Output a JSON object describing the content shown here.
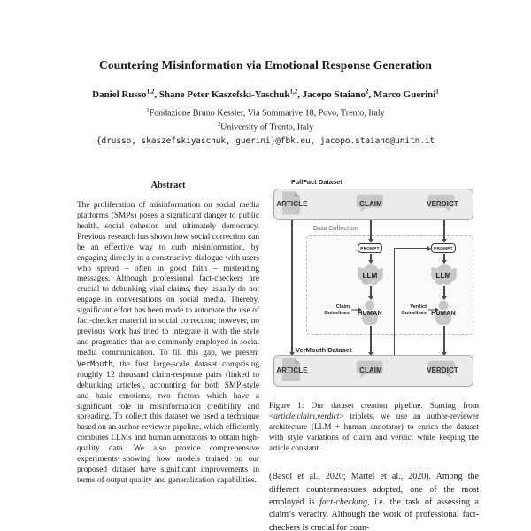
{
  "colors": {
    "box_fill": "#ebebeb",
    "box_border": "#a9a9a9",
    "icon_gray": "#c7c7c7",
    "arrow": "#4a4a4a",
    "muted_label": "#8d8d8d"
  },
  "paper": {
    "title": "Countering Misinformation via Emotional Response Generation",
    "authors": [
      {
        "name": "Daniel Russo",
        "sup": "1,2",
        "sep": ", "
      },
      {
        "name": "Shane Peter Kaszefski-Yaschuk",
        "sup": "1,2",
        "sep": ", "
      },
      {
        "name": "Jacopo Staiano",
        "sup": "2",
        "sep": ", "
      },
      {
        "name": "Marco Guerini",
        "sup": "1",
        "sep": ""
      }
    ],
    "affiliations": [
      {
        "sup": "1",
        "text": "Fondazione Bruno Kessler, Via Sommarive 18, Povo, Trento, Italy"
      },
      {
        "sup": "2",
        "text": "University of Trento, Italy"
      }
    ],
    "emails": "{drusso, skaszefskiyaschuk, guerini}@fbk.eu, jacopo.staiano@unitn.it"
  },
  "abstract": {
    "heading": "Abstract",
    "body_pre": "The proliferation of misinformation on social media platforms (SMPs) poses a significant danger to public health, social cohesion and ultimately democracy. Previous research has shown how social correction can be an effective way to curb misinformation, by engaging directly in a constructive dialogue with users who spread – often in good faith – misleading messages. Although professional fact-checkers are crucial to debunking viral claims, they usually do not engage in conversations on social media. Thereby, significant effort has been made to automate the use of fact-checker material in social correction; however, no previous work has tried to integrate it with the style and pragmatics that are commonly employed in social media communication. To fill this gap, we present ",
    "body_code": "VerMouth",
    "body_post": ", the first large-scale dataset comprising roughly 12 thousand claim-response pairs (linked to debunking articles), accounting for both SMP-style and basic emotions, two factors which have a significant role in misinformation credibility and spreading. To collect this dataset we used a technique based on an author-reviewer pipeline, which efficiently combines LLMs and human annotators to obtain high-quality data. We also provide comprehensive experiments showing how models trained on our proposed dataset have significant improvements in terms of output quality and generalization capabilities."
  },
  "figure": {
    "fullfact_label": "FullFact Dataset",
    "data_collection_label": "Data Collection",
    "vermouth_label": "VerMouth Dataset",
    "top_items": [
      "ARTICLE",
      "CLAIM",
      "VERDICT"
    ],
    "bottom_items": [
      "ARTICLE",
      "CLAIM",
      "VERDICT"
    ],
    "prompt_label": "PROMPT",
    "llm_label": "LLM",
    "human_label": "HUMAN",
    "claim_guidelines": "Claim Guidelines",
    "verdict_guidelines": "Verdict Guidelines"
  },
  "caption": {
    "pre": "Figure 1: Our dataset creation pipeline.  Starting from <",
    "italic": "article,claim,verdict",
    "post": "> triplets, we use an author-reviewer architecture (LLM + human annotator) to enrich the dataset with style variations of claim and verdict while keeping the article constant."
  },
  "body": {
    "pre": "(Basol et al., 2020; Martel et al., 2020).  Among the different countermeasures adopted, one of the most employed is ",
    "italic": "fact-checking",
    "post": ", i.e.  the task of assessing a claim’s veracity.  Although the work of professional fact-checkers is crucial for coun-"
  }
}
